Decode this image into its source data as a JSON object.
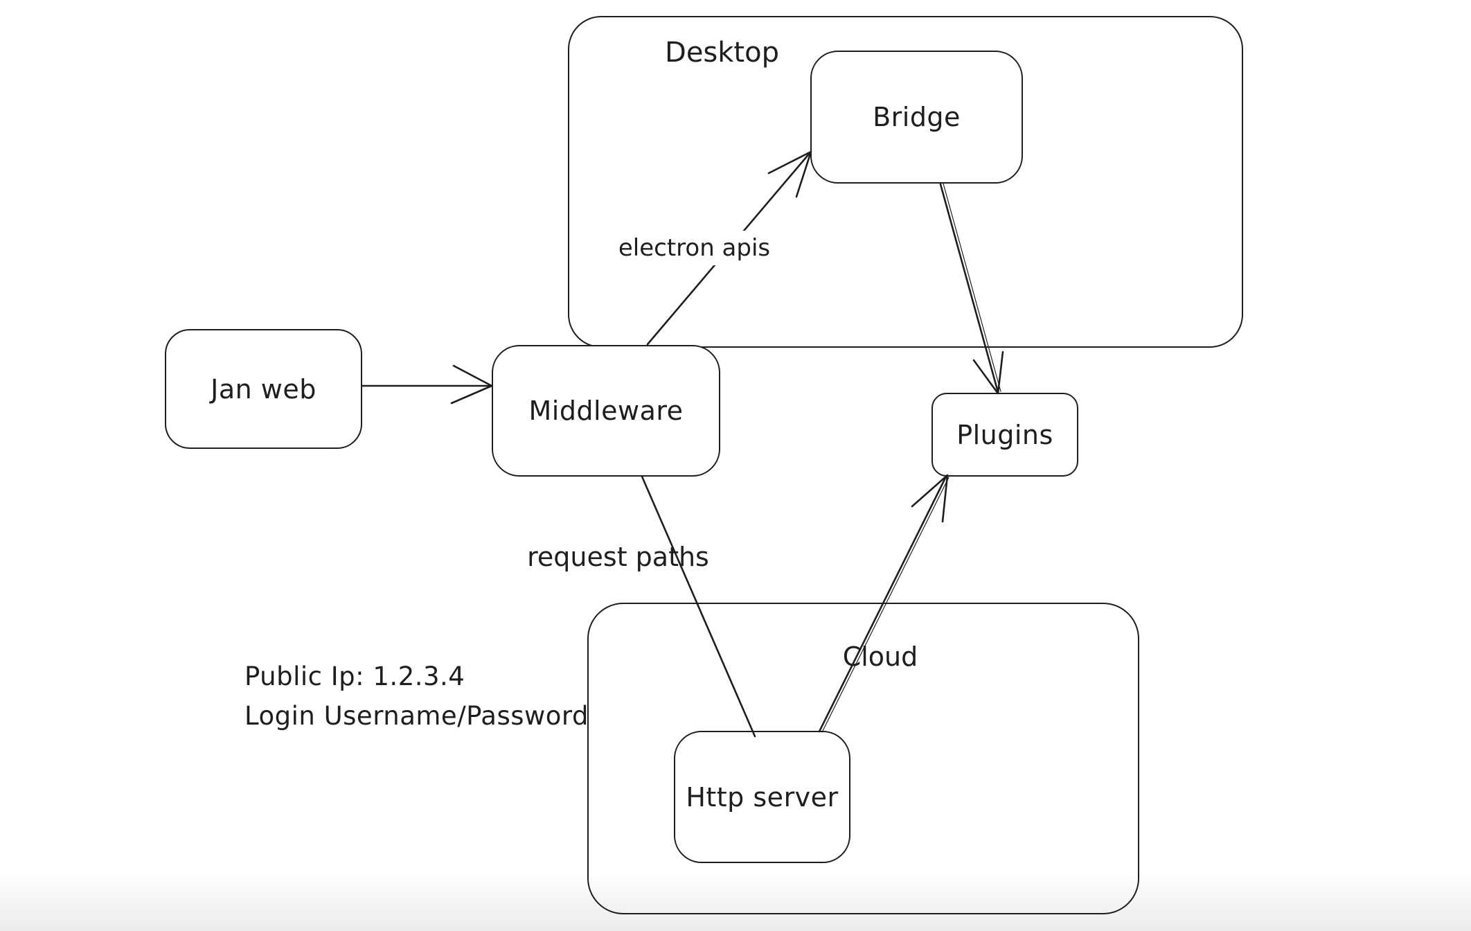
{
  "canvas": {
    "background_color": "#ffffff",
    "stroke_color": "#1e1e1e"
  },
  "containers": {
    "desktop": {
      "label": "Desktop"
    },
    "cloud": {
      "label": "Cloud"
    }
  },
  "nodes": {
    "jan_web": {
      "label": "Jan web"
    },
    "middleware": {
      "label": "Middleware"
    },
    "bridge": {
      "label": "Bridge"
    },
    "plugins": {
      "label": "Plugins"
    },
    "http_server": {
      "label": "Http server"
    }
  },
  "edges": [
    {
      "from": "jan_web",
      "to": "middleware",
      "label": "",
      "arrowhead": "end"
    },
    {
      "from": "middleware",
      "to": "bridge",
      "label": "electron apis",
      "arrowhead": "end"
    },
    {
      "from": "bridge",
      "to": "plugins",
      "label": "",
      "arrowhead": "end"
    },
    {
      "from": "middleware",
      "to": "http_server",
      "label": "request paths",
      "arrowhead": "none"
    },
    {
      "from": "http_server",
      "to": "plugins",
      "label": "",
      "arrowhead": "end"
    }
  ],
  "annotations": {
    "public_ip": "Public Ip: 1.2.3.4",
    "login": "Login Username/Password"
  }
}
